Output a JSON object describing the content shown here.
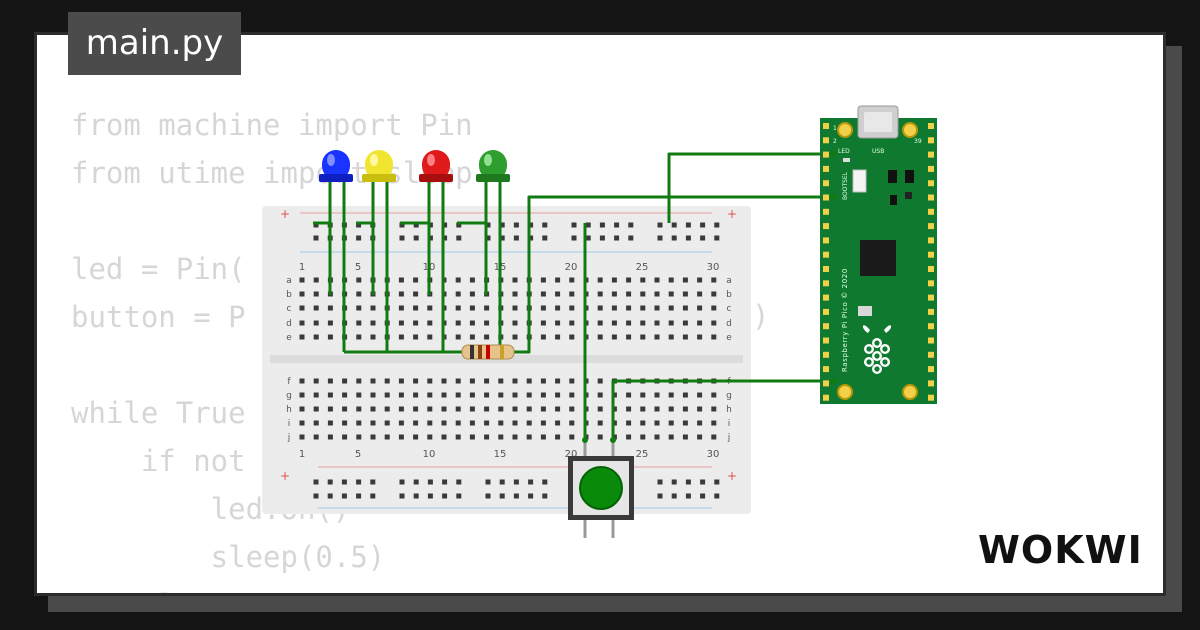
{
  "tab": {
    "filename": "main.py"
  },
  "code_lines": [
    "from machine import Pin",
    "from utime import sleep",
    "",
    "led = Pin(",
    "button = P",
    "",
    "while True",
    "    if not",
    "        led.on()",
    "        sleep(0.5)",
    "    el"
  ],
  "code_tail": ")",
  "breadboard": {
    "column_numbers": [
      "1",
      "5",
      "10",
      "15",
      "20",
      "25",
      "30"
    ],
    "row_letters_top": [
      "a",
      "b",
      "c",
      "d",
      "e"
    ],
    "row_letters_bottom": [
      "f",
      "g",
      "h",
      "i",
      "j"
    ],
    "rail_plus": "+"
  },
  "components": {
    "leds": [
      {
        "color_name": "blue",
        "color": "#1a33ff"
      },
      {
        "color_name": "yellow",
        "color": "#f2e530"
      },
      {
        "color_name": "red",
        "color": "#e01a1a"
      },
      {
        "color_name": "green",
        "color": "#2e9e2e"
      }
    ],
    "button_color": "#0a8a0a",
    "wire_color": "#107b10"
  },
  "pico": {
    "label": "Raspberry Pi Pico © 2020",
    "bootsel": "BOOTSEL",
    "led_label": "LED",
    "usb_label": "USB",
    "pin1": "1",
    "pin2": "2",
    "pin39": "39",
    "board_color": "#0f7a2f"
  },
  "brand": {
    "logo": "WOKWI"
  }
}
